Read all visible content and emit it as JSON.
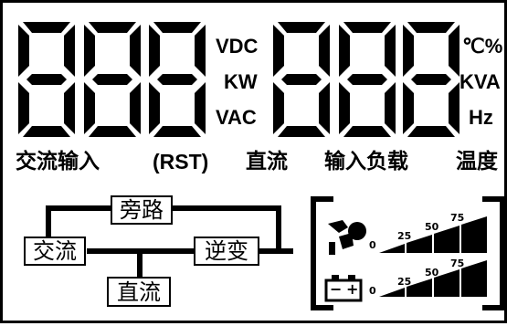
{
  "display": {
    "units_left": [
      "VDC",
      "KW",
      "VAC"
    ],
    "units_right": [
      "℃%",
      "KVA",
      "Hz"
    ]
  },
  "labels": {
    "input": "交流输入",
    "rst": "(RST)",
    "dc": "直流",
    "load": "输入负载",
    "temp": "温度"
  },
  "flow": {
    "bypass": "旁路",
    "ac": "交流",
    "inverter": "逆变",
    "dc": "直流"
  },
  "bars": {
    "load_ticks": [
      "0",
      "25",
      "50",
      "75"
    ],
    "battery_ticks": [
      "0",
      "25",
      "50",
      "75"
    ],
    "battery_minus": "−",
    "battery_plus": "+"
  },
  "colors": {
    "segment": "#000000",
    "background": "#ffffff"
  }
}
